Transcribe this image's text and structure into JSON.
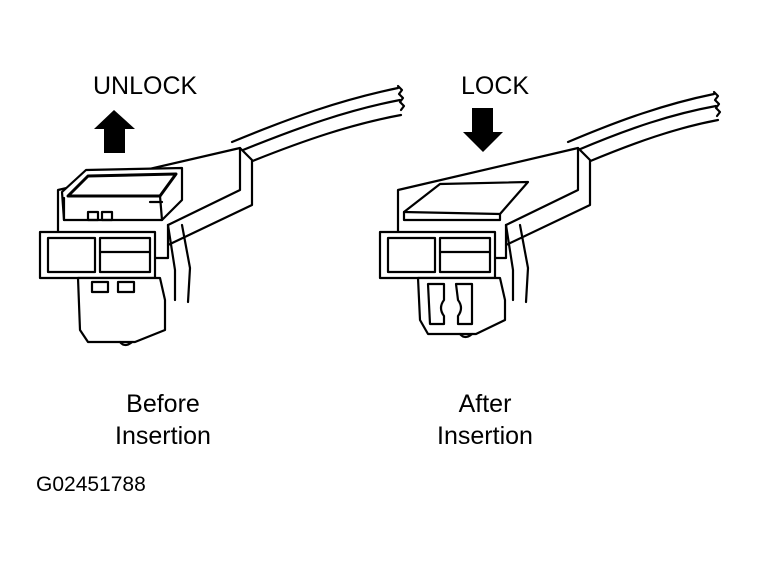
{
  "labels": {
    "unlock": "UNLOCK",
    "lock": "LOCK"
  },
  "captions": {
    "before_line1": "Before",
    "before_line2": "Insertion",
    "after_line1": "After",
    "after_line2": "Insertion"
  },
  "figure_id": "G02451788",
  "colors": {
    "line": "#000000",
    "background": "#ffffff"
  }
}
